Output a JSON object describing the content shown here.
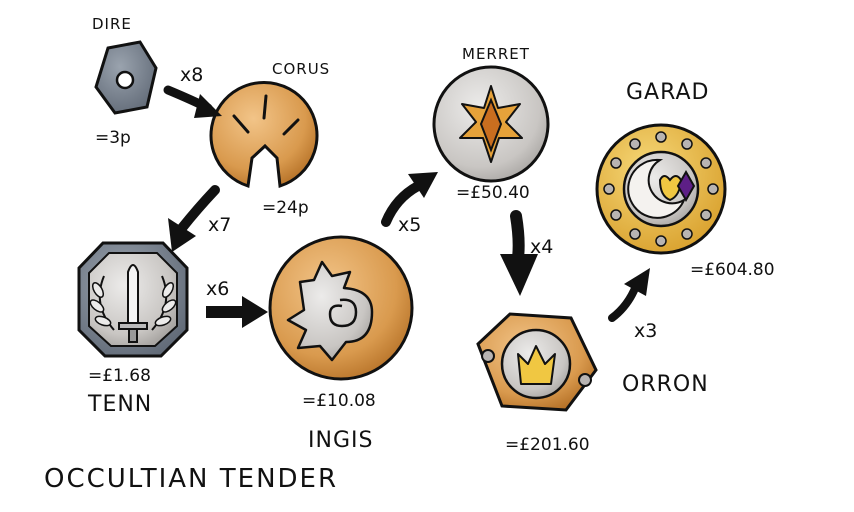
{
  "title": "OCCULTIAN TENDER",
  "coins": [
    {
      "name": "DIRE",
      "value": "=3p",
      "icon": "hexagon-ring-icon"
    },
    {
      "name": "CORUS",
      "value": "=24p",
      "icon": "notched-copper-coin-icon"
    },
    {
      "name": "TENN",
      "value": "=£1.68",
      "icon": "sword-laurel-icon"
    },
    {
      "name": "INGIS",
      "value": "=£10.08",
      "icon": "swirl-flame-icon"
    },
    {
      "name": "MERRET",
      "value": "=£50.40",
      "icon": "star-gem-icon"
    },
    {
      "name": "ORRON",
      "value": "=£201.60",
      "icon": "crown-icon"
    },
    {
      "name": "GARAD",
      "value": "=£604.80",
      "icon": "crescent-gem-icon"
    }
  ],
  "conversions": [
    {
      "label": "x8",
      "from": "DIRE",
      "to": "CORUS"
    },
    {
      "label": "x7",
      "from": "CORUS",
      "to": "TENN"
    },
    {
      "label": "x6",
      "from": "TENN",
      "to": "INGIS"
    },
    {
      "label": "x5",
      "from": "INGIS",
      "to": "MERRET"
    },
    {
      "label": "x4",
      "from": "MERRET",
      "to": "ORRON"
    },
    {
      "label": "x3",
      "from": "ORRON",
      "to": "GARAD"
    }
  ],
  "colors": {
    "copper": "#d99a4e",
    "silver": "#c9c6c3",
    "gold": "#e6b440",
    "steel": "#6b7583",
    "purple": "#5d1f86",
    "outline": "#111111"
  }
}
